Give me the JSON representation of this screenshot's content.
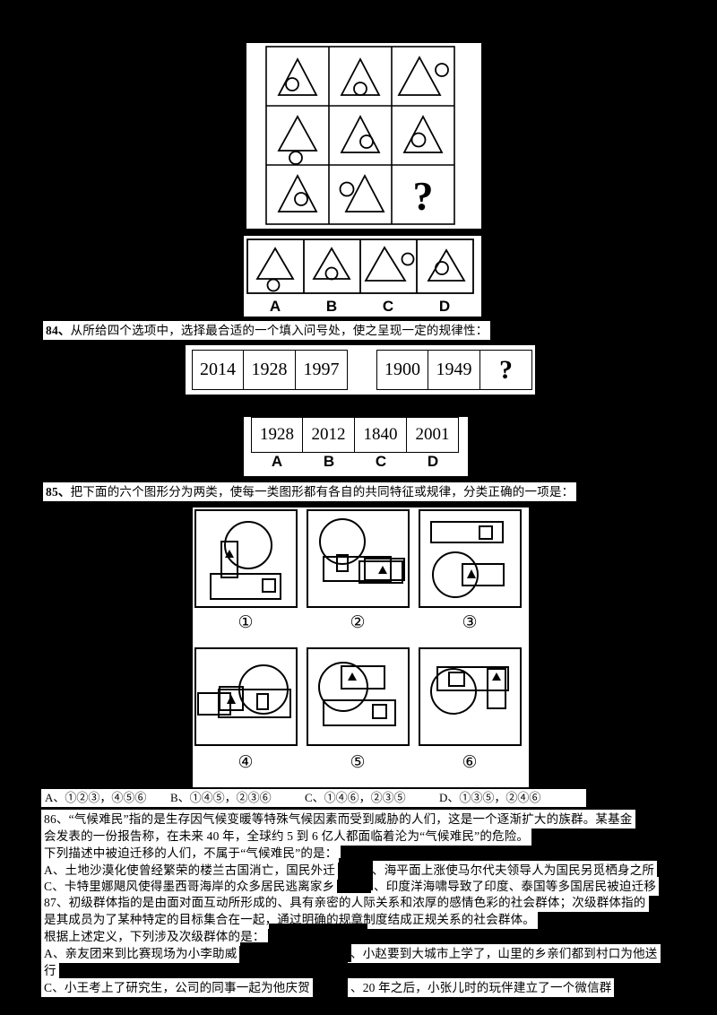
{
  "page": {
    "background": "#000000",
    "paper": "#ffffff",
    "ink": "#000000"
  },
  "q83": {
    "matrix_caption": "",
    "matrix": [
      [
        "triangle-circle-inside-left",
        "triangle-circle-inside-bottom",
        "triangle-circle-outside-upper-right"
      ],
      [
        "triangle-circle-outside-bottom",
        "triangle-circle-inside-right",
        "triangle-circle-inside-upper-left"
      ],
      [
        "triangle-circle-inside-center",
        "triangle-circle-outside-left",
        "question-mark"
      ]
    ],
    "question_glyph": "?",
    "options": [
      {
        "key": "A",
        "figure": "triangle-circle-outside-bottom"
      },
      {
        "key": "B",
        "figure": "triangle-circle-inside-bottom"
      },
      {
        "key": "C",
        "figure": "triangle-circle-outside-upper-right"
      },
      {
        "key": "D",
        "figure": "triangle-circle-inside-upper-left"
      }
    ]
  },
  "q84": {
    "number": "84、",
    "stem": "从所给四个选项中，选择最合适的一个填入问号处，使之呈现一定的规律性：",
    "group1": [
      "2014",
      "1928",
      "1997"
    ],
    "group2": [
      "1900",
      "1949",
      "?"
    ],
    "options": [
      {
        "key": "A",
        "value": "1928"
      },
      {
        "key": "B",
        "value": "2012"
      },
      {
        "key": "C",
        "value": "1840"
      },
      {
        "key": "D",
        "value": "2001"
      }
    ]
  },
  "q85": {
    "number": "85、",
    "stem": "把下面的六个图形分为两类，使每一类图形都有各自的共同特征或规律，分类正确的一项是：",
    "figures": [
      {
        "label": "①",
        "desc": "circle-with-vertical-rect-triangle-and-horizontal-rect-square"
      },
      {
        "label": "②",
        "desc": "circle-over-rect-with-small-rect-and-rect-triangle"
      },
      {
        "label": "③",
        "desc": "top-rect-square-and-circle-with-rect-triangle"
      },
      {
        "label": "④",
        "desc": "rect-triangle-left-and-circle-over-rect-small-rect"
      },
      {
        "label": "⑤",
        "desc": "circle-with-rect-triangle-and-rect-square-below"
      },
      {
        "label": "⑥",
        "desc": "circle-square-in-rect-and-vertical-rect-triangle"
      }
    ],
    "options": [
      {
        "key": "A、",
        "value": "①②③，④⑤⑥"
      },
      {
        "key": "B、",
        "value": "①④⑤，②③⑥"
      },
      {
        "key": "C、",
        "value": "①④⑥，②③⑤"
      },
      {
        "key": "D、",
        "value": "①③⑤，②④⑥"
      }
    ]
  },
  "q86": {
    "number": "86、",
    "stem_lines": [
      "“气候难民”指的是生存因气候变暖等特殊气候因素而受到威胁的人们，这是一个逐渐扩大的族群。某基金",
      "会发表的一份报告称，在未来 40 年，全球约 5 到 6 亿人都面临着沦为“气候难民”的危险。"
    ],
    "prompt_pre": "下列描述中被迫迁移的人们，",
    "prompt_bold": "不属于",
    "prompt_post": "“气候难民”的是：",
    "options": [
      {
        "key": "A、",
        "text": "土地沙漠化使曾经繁荣的楼兰古国消亡，国民外迁"
      },
      {
        "key": "、",
        "text": "海平面上涨使马尔代夫领导人为国民另觅栖身之所"
      },
      {
        "key": "C、",
        "text": "卡特里娜飓风使得墨西哥海岸的众多居民逃离家乡"
      },
      {
        "key": "、",
        "text": "印度洋海啸导致了印度、泰国等多国居民被迫迁移"
      }
    ]
  },
  "q87": {
    "number": "87、",
    "stem_lines": [
      "初级群体指的是由面对面互动所形成的、具有亲密的人际关系和浓厚的感情色彩的社会群体；次级群体指的",
      "是其成员为了某种特定的目标集合在一起，通过明确的规章制度结成正规关系的社会群体。"
    ],
    "prompt": "根据上述定义，下列涉及次级群体的是：",
    "options": [
      {
        "key": "A、",
        "text": "亲友团来到比赛现场为小李助威"
      },
      {
        "key": "、",
        "text": "小赵要到大城市上学了，山里的乡亲们都到村口为他送"
      },
      {
        "key": "",
        "text": "行"
      },
      {
        "key": "C、",
        "text": "小王考上了研究生，公司的同事一起为他庆贺"
      },
      {
        "key": "、",
        "text": "20 年之后，小张儿时的玩伴建立了一个微信群"
      }
    ]
  }
}
